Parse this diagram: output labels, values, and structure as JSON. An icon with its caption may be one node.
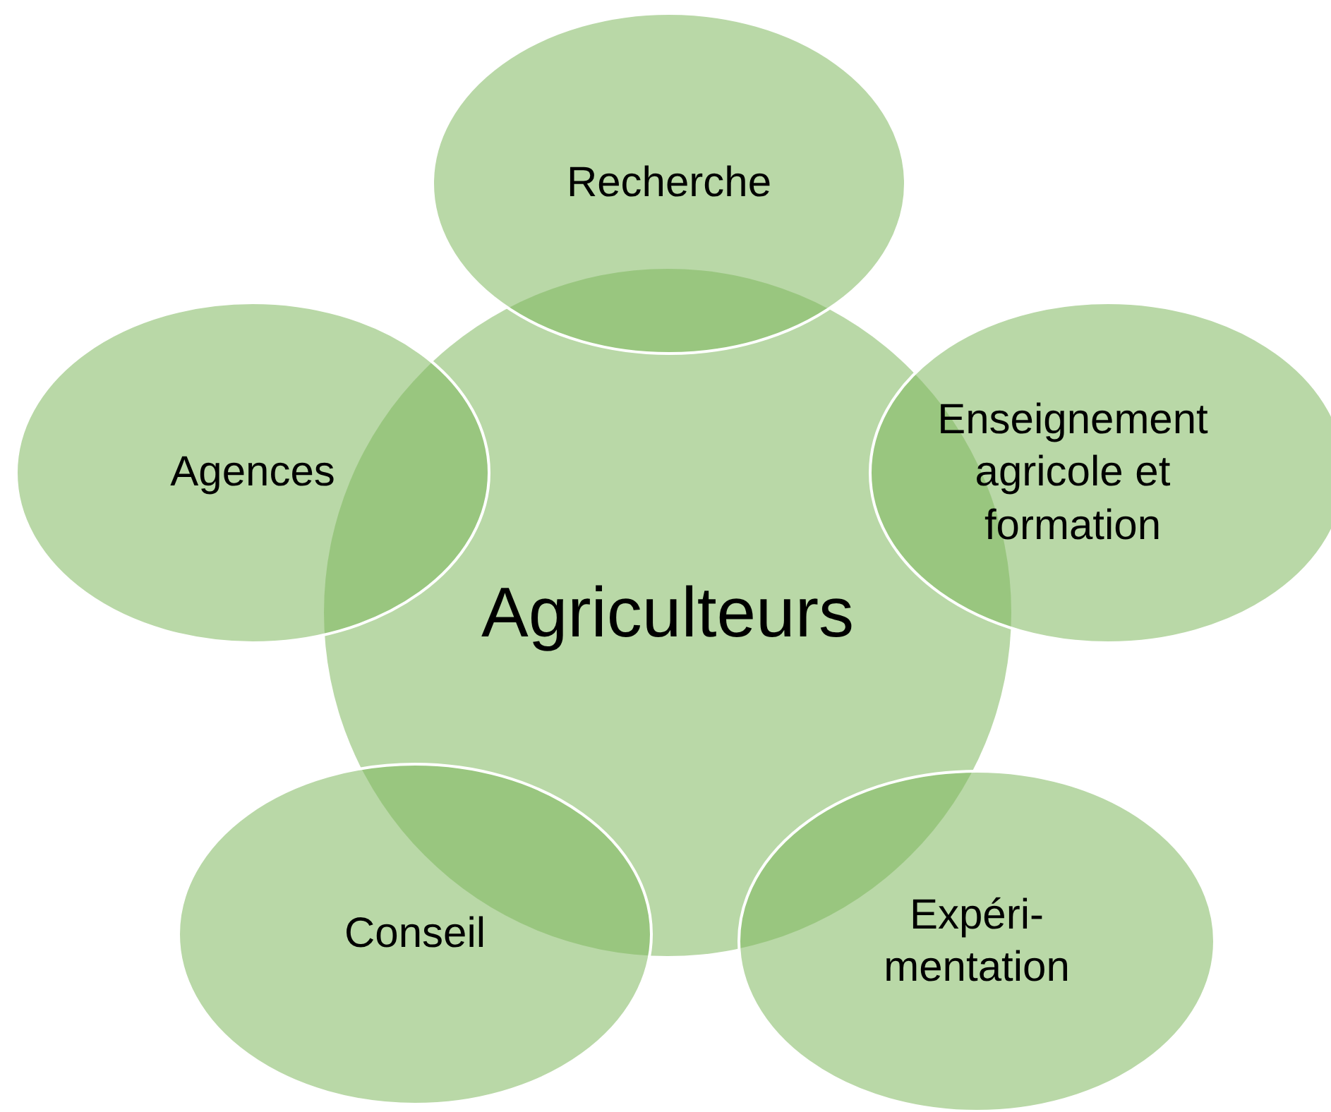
{
  "diagram": {
    "nodes": [
      {
        "text": [
          "Agriculteurs"
        ]
      },
      {
        "text": [
          "Recherche"
        ]
      },
      {
        "text": [
          "Enseignement agricole et formation"
        ]
      },
      {
        "text": [
          "Expéri- mentation"
        ]
      },
      {
        "text": [
          "Conseil"
        ]
      },
      {
        "text": [
          "Agences"
        ]
      }
    ]
  }
}
